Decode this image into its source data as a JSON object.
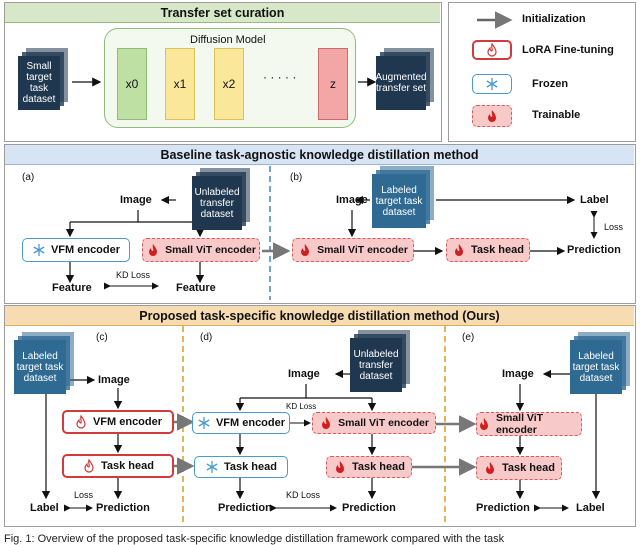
{
  "top": {
    "title": "Transfer set curation",
    "small_dataset": "Small target task dataset",
    "diffusion_title": "Diffusion Model",
    "x0": "x0",
    "x1": "x1",
    "x2": "x2",
    "z": "z",
    "augmented": "Augmented transfer set"
  },
  "legend": {
    "initialization": "Initialization",
    "lora": "LoRA Fine-tuning",
    "frozen": "Frozen",
    "trainable": "Trainable"
  },
  "baseline": {
    "title": "Baseline task-agnostic knowledge distillation method",
    "panel_a": "(a)",
    "panel_b": "(b)",
    "image": "Image",
    "unlabeled": "Unlabeled transfer dataset",
    "vfm_encoder": "VFM encoder",
    "small_vit": "Small ViT encoder",
    "kd_loss": "KD Loss",
    "feature_left": "Feature",
    "feature_right": "Feature",
    "labeled": "Labeled target task dataset",
    "image_b": "Image",
    "label": "Label",
    "loss": "Loss",
    "small_vit_b": "Small ViT encoder",
    "task_head": "Task head",
    "prediction": "Prediction"
  },
  "proposed": {
    "title": "Proposed task-specific knowledge distillation method (Ours)",
    "panel_c": "(c)",
    "panel_d": "(d)",
    "panel_e": "(e)",
    "c_labeled": "Labeled target task dataset",
    "c_image": "Image",
    "c_vfm": "VFM encoder",
    "c_head": "Task head",
    "c_label": "Label",
    "c_loss": "Loss",
    "c_prediction": "Prediction",
    "d_unlabeled": "Unlabeled transfer dataset",
    "d_image": "Image",
    "d_vfm": "VFM encoder",
    "d_kd_top": "KD Loss",
    "d_small_vit": "Small ViT encoder",
    "d_head_frozen": "Task head",
    "d_head_train": "Task head",
    "d_kd_bottom": "KD Loss",
    "d_prediction_left": "Prediction",
    "d_prediction_right": "Prediction",
    "e_labeled": "Labeled target task dataset",
    "e_image": "Image",
    "e_small_vit": "Small ViT encoder",
    "e_head": "Task head",
    "e_prediction": "Prediction",
    "e_label": "Label"
  },
  "caption": "Fig. 1: Overview of the proposed task-specific knowledge distillation framework compared with the task"
}
